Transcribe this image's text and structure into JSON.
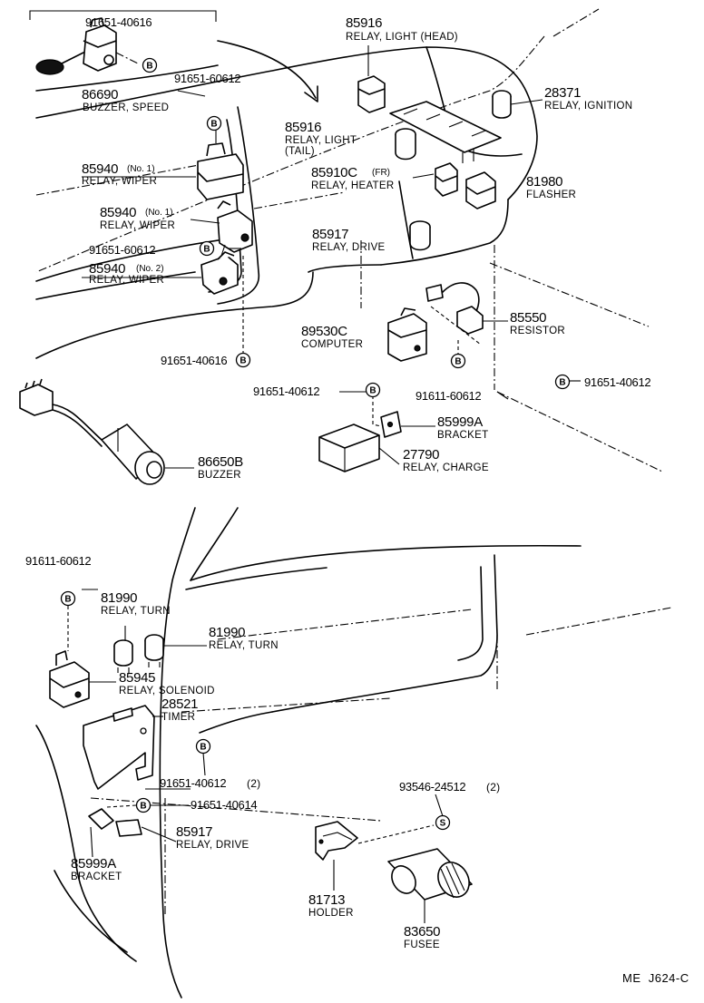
{
  "parts": [
    {
      "id": "p01",
      "number": "91651-40616",
      "name": "",
      "sub": ""
    },
    {
      "id": "p02",
      "number": "86690",
      "name": "BUZZER, SPEED",
      "sub": ""
    },
    {
      "id": "p03",
      "number": "91651-60612",
      "name": "",
      "sub": ""
    },
    {
      "id": "p04",
      "number": "85940",
      "sub": "(No. 1)",
      "name": "RELAY, WIPER"
    },
    {
      "id": "p05",
      "number": "85940",
      "sub": "(No. 1)",
      "name": "RELAY, WIPER"
    },
    {
      "id": "p06",
      "number": "91651-60612",
      "name": "",
      "sub": ""
    },
    {
      "id": "p07",
      "number": "85940",
      "sub": "(No. 2)",
      "name": "RELAY, WIPER"
    },
    {
      "id": "p08",
      "number": "91651-40616",
      "name": "",
      "sub": ""
    },
    {
      "id": "p09",
      "number": "85916",
      "name": "RELAY, LIGHT (HEAD)",
      "sub": ""
    },
    {
      "id": "p10",
      "number": "28371",
      "name": "RELAY, IGNITION",
      "sub": ""
    },
    {
      "id": "p11",
      "number": "85916",
      "name": "RELAY, LIGHT",
      "sub": "(TAIL)"
    },
    {
      "id": "p12",
      "number": "85910C",
      "sub": "(FR)",
      "name": "RELAY, HEATER"
    },
    {
      "id": "p13",
      "number": "81980",
      "name": "FLASHER",
      "sub": ""
    },
    {
      "id": "p14",
      "number": "85917",
      "name": "RELAY, DRIVE",
      "sub": ""
    },
    {
      "id": "p15",
      "number": "89530C",
      "name": "COMPUTER",
      "sub": ""
    },
    {
      "id": "p16",
      "number": "85550",
      "name": "RESISTOR",
      "sub": ""
    },
    {
      "id": "p17",
      "number": "91651-40612",
      "name": "",
      "sub": ""
    },
    {
      "id": "p18",
      "number": "91611-60612",
      "name": "",
      "sub": ""
    },
    {
      "id": "p19",
      "number": "91651-40612",
      "name": "",
      "sub": ""
    },
    {
      "id": "p20",
      "number": "85999A",
      "name": "BRACKET",
      "sub": ""
    },
    {
      "id": "p21",
      "number": "27790",
      "name": "RELAY, CHARGE",
      "sub": ""
    },
    {
      "id": "p22",
      "number": "86650B",
      "name": "BUZZER",
      "sub": ""
    },
    {
      "id": "p23",
      "number": "91611-60612",
      "name": "",
      "sub": ""
    },
    {
      "id": "p24",
      "number": "81990",
      "name": "RELAY, TURN",
      "sub": ""
    },
    {
      "id": "p25",
      "number": "81990",
      "name": "RELAY, TURN",
      "sub": ""
    },
    {
      "id": "p26",
      "number": "85945",
      "name": "RELAY, SOLENOID",
      "sub": ""
    },
    {
      "id": "p27",
      "number": "28521",
      "name": "TIMER",
      "sub": ""
    },
    {
      "id": "p28",
      "number": "91651-40612",
      "sub": "(2)",
      "name": ""
    },
    {
      "id": "p29",
      "number": "93546-24512",
      "sub": "(2)",
      "name": ""
    },
    {
      "id": "p30",
      "number": "91651-40614",
      "name": "",
      "sub": ""
    },
    {
      "id": "p31",
      "number": "85917",
      "name": "RELAY, DRIVE",
      "sub": ""
    },
    {
      "id": "p32",
      "number": "85999A",
      "name": "BRACKET",
      "sub": ""
    },
    {
      "id": "p33",
      "number": "81713",
      "name": "HOLDER",
      "sub": ""
    },
    {
      "id": "p34",
      "number": "83650",
      "name": "FUSEE",
      "sub": ""
    }
  ],
  "markers": {
    "bolt": "B",
    "screw": "S"
  },
  "drawing_code": "ME  J624-C"
}
